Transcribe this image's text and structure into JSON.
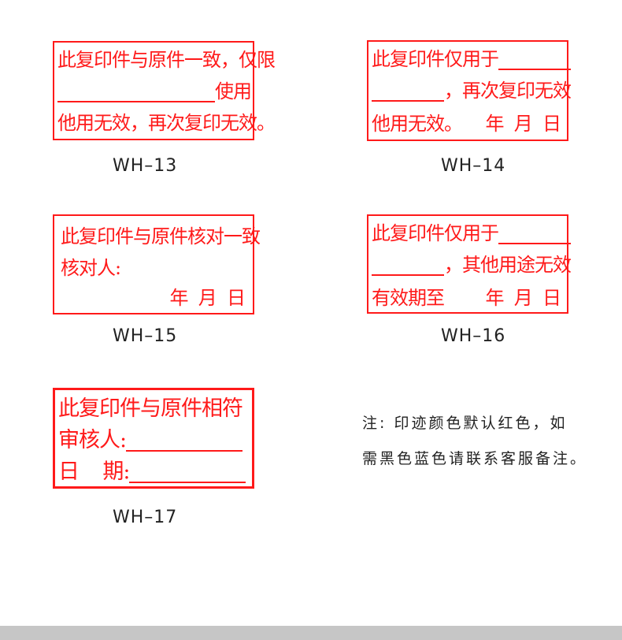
{
  "stamps": [
    {
      "id": "WH-13",
      "label": "WH–13",
      "lines": [
        "此复印件与原件一致，仅限",
        "使用",
        "他用无效，再次复印无效。"
      ]
    },
    {
      "id": "WH-14",
      "label": "WH–14",
      "lines": [
        "此复印件仅用于",
        "，再次复印无效",
        "他用无效。",
        "年  月  日"
      ]
    },
    {
      "id": "WH-15",
      "label": "WH–15",
      "lines": [
        "此复印件与原件核对一致",
        "核对人:",
        "年  月  日"
      ]
    },
    {
      "id": "WH-16",
      "label": "WH–16",
      "lines": [
        "此复印件仅用于",
        "，其他用途无效",
        "有效期至",
        "年  月  日"
      ]
    },
    {
      "id": "WH-17",
      "label": "WH–17",
      "lines": [
        "此复印件与原件相符",
        "审核人:",
        "日    期:"
      ]
    }
  ],
  "note": {
    "line1": "注: 印迹颜色默认红色，如",
    "line2": "需黑色蓝色请联系客服备注。"
  },
  "colors": {
    "stamp_red": "#ff1a1a",
    "text": "#222222",
    "bottom_bar": "#c6c6c6"
  }
}
